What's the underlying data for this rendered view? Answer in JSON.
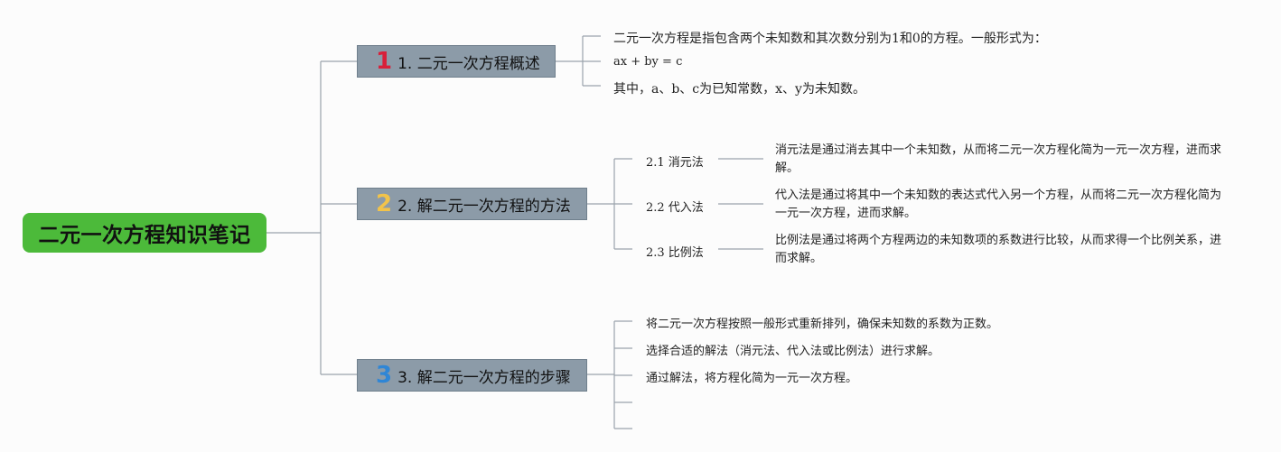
{
  "root": {
    "label": "二元一次方程知识笔记"
  },
  "branches": [
    {
      "number": "1",
      "label": "1. 二元一次方程概述",
      "leaves": [
        "二元一次方程是指包含两个未知数和其次数分别为1和0的方程。一般形式为：",
        "ax + by = c",
        "其中，a、b、c为已知常数，x、y为未知数。"
      ]
    },
    {
      "number": "2",
      "label": "2. 解二元一次方程的方法",
      "methods": [
        {
          "label": "2.1 消元法",
          "desc": "消元法是通过消去其中一个未知数，从而将二元一次方程化简为一元一次方程，进而求解。"
        },
        {
          "label": "2.2 代入法",
          "desc": "代入法是通过将其中一个未知数的表达式代入另一个方程，从而将二元一次方程化简为一元一次方程，进而求解。"
        },
        {
          "label": "2.3 比例法",
          "desc": "比例法是通过将两个方程两边的未知数项的系数进行比较，从而求得一个比例关系，进而求解。"
        }
      ]
    },
    {
      "number": "3",
      "label": "3. 解二元一次方程的步骤",
      "steps": [
        "将二元一次方程按照一般形式重新排列，确保未知数的系数为正数。",
        "选择合适的解法（消元法、代入法或比例法）进行求解。",
        "通过解法，将方程化简为一元一次方程。",
        "",
        ""
      ]
    }
  ]
}
